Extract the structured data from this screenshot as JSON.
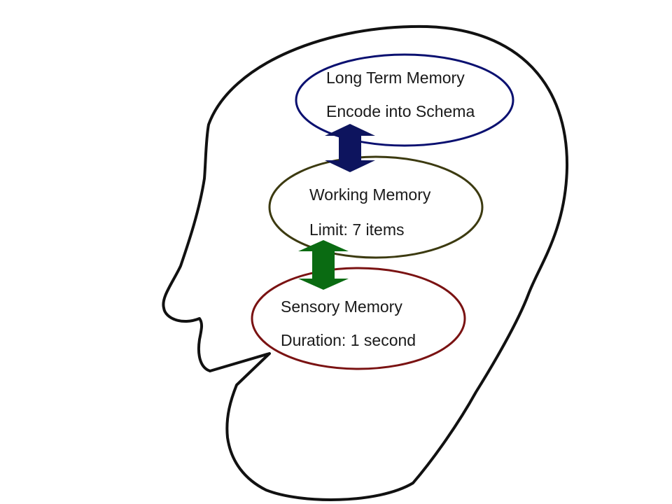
{
  "colors": {
    "head_outline": "#111111",
    "long_term_ellipse": "#0a1070",
    "working_ellipse": "#3c3a10",
    "sensory_ellipse": "#7a1212",
    "upper_arrow": "#0d145e",
    "lower_arrow": "#0a6b12",
    "text": "#1a1a1a"
  },
  "memories": {
    "long_term": {
      "title": "Long Term Memory",
      "detail": "Encode into Schema"
    },
    "working": {
      "title": "Working Memory",
      "detail": "Limit:  7 items"
    },
    "sensory": {
      "title": "Sensory Memory",
      "detail": "Duration:  1 second"
    }
  },
  "icons": {
    "head": "head-outline-icon",
    "upper_arrow": "double-arrow-icon",
    "lower_arrow": "double-arrow-icon"
  }
}
